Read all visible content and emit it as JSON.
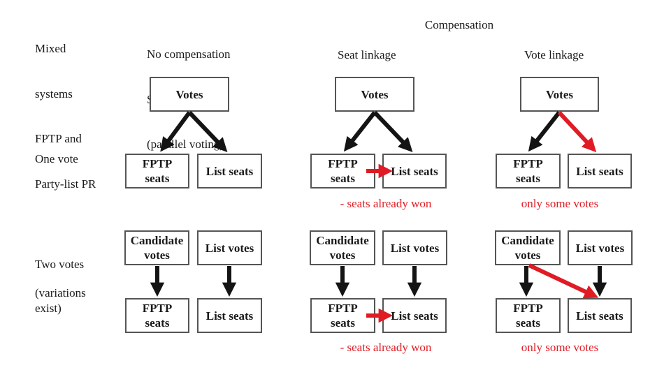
{
  "colors": {
    "background": "#ffffff",
    "text": "#1a1a1a",
    "box_border": "#555555",
    "arrow_black": "#141414",
    "accent_red": "#e01b24"
  },
  "corner": {
    "title_lines": [
      "Mixed",
      "systems",
      "FPTP and",
      "Party-list PR"
    ]
  },
  "row_labels": {
    "one_vote": "One vote",
    "two_votes": "Two votes",
    "two_votes_note": "(variations exist)"
  },
  "column_headers": {
    "no_compensation_lines": [
      "No compensation",
      "Superposition",
      "(parallel voting)"
    ],
    "compensation": "Compensation",
    "seat_linkage": "Seat linkage",
    "vote_linkage": "Vote linkage"
  },
  "box_labels": {
    "votes": "Votes",
    "fptp_seats": "FPTP seats",
    "list_seats": "List seats",
    "candidate_votes": "Candidate votes",
    "list_votes": "List votes"
  },
  "notes": {
    "seat_linkage": "- seats already won",
    "vote_linkage": "only some votes"
  }
}
